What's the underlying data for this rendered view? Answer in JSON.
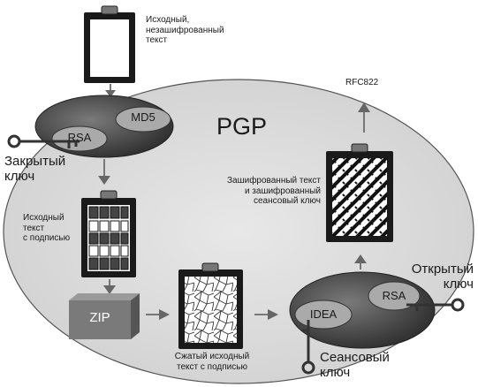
{
  "labels": {
    "plaintext": "Исходный,\nнезашифрованный\nтекст",
    "md5": "MD5",
    "rsa_sign": "RSA",
    "pgp": "PGP",
    "private_key": "Закрытый\nключ",
    "signed_text": "Исходный\nтекст\nс подписью",
    "zip": "ZIP",
    "compressed": "Сжатый исходный\nтекст с подписью",
    "idea": "IDEA",
    "rsa_encrypt": "RSA",
    "public_key": "Открытый\nключ",
    "session_key": "Сеансовый\nключ",
    "encrypted": "Зашифрованный текст\nи зашифрованный\nсеансовый ключ",
    "rfc": "RFC822"
  }
}
